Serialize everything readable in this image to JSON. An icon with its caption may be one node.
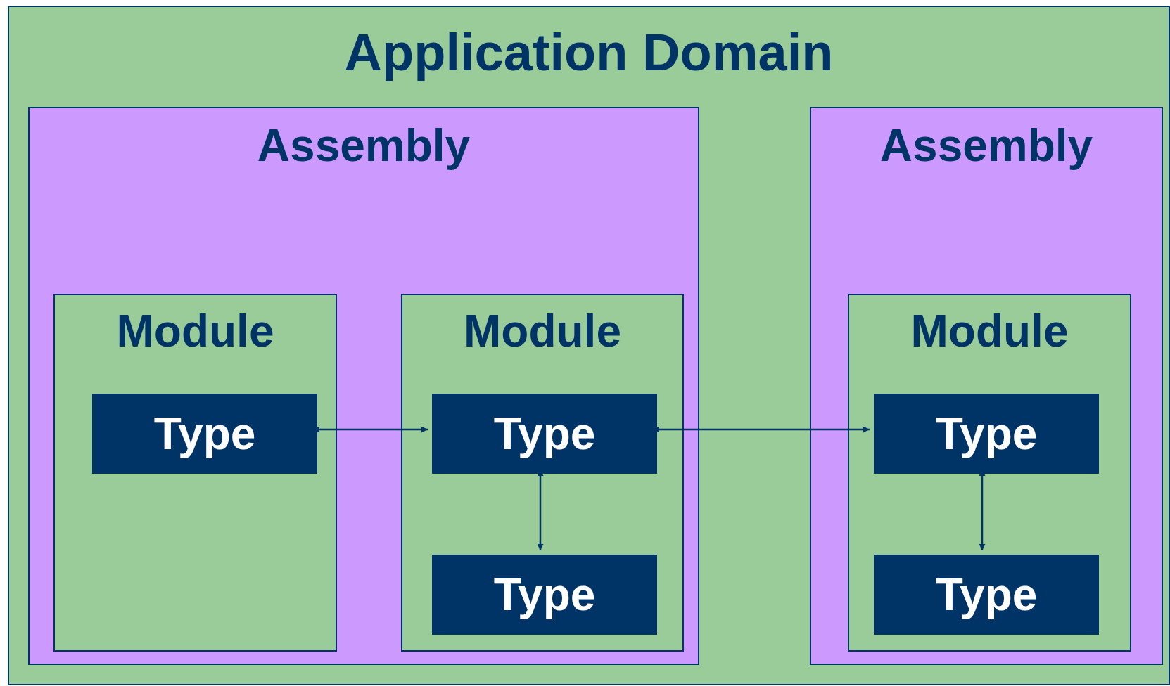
{
  "diagram": {
    "nodes": [
      {
        "text": [
          "Application Domain"
        ]
      },
      {
        "text": [
          "Assembly"
        ],
        "in": 0
      },
      {
        "text": [
          "Module"
        ],
        "in": 1
      },
      {
        "text": [
          "Type"
        ],
        "in": 2
      },
      {
        "text": [
          "Module"
        ],
        "in": 1
      },
      {
        "text": [
          "Type"
        ],
        "in": 4
      },
      {
        "text": [
          "Type"
        ],
        "in": 4
      },
      {
        "text": [
          "Assembly"
        ],
        "in": 0
      },
      {
        "text": [
          "Module"
        ],
        "in": 7
      },
      {
        "text": [
          "Type"
        ],
        "in": 8
      },
      {
        "text": [
          "Type"
        ],
        "in": 8
      }
    ],
    "edges": [
      {
        "from": 3,
        "to": 5,
        "arrow": "both"
      },
      {
        "from": 5,
        "to": 9,
        "arrow": "both"
      },
      {
        "from": 5,
        "to": 6,
        "arrow": "both"
      },
      {
        "from": 9,
        "to": 10,
        "arrow": "both"
      }
    ]
  }
}
